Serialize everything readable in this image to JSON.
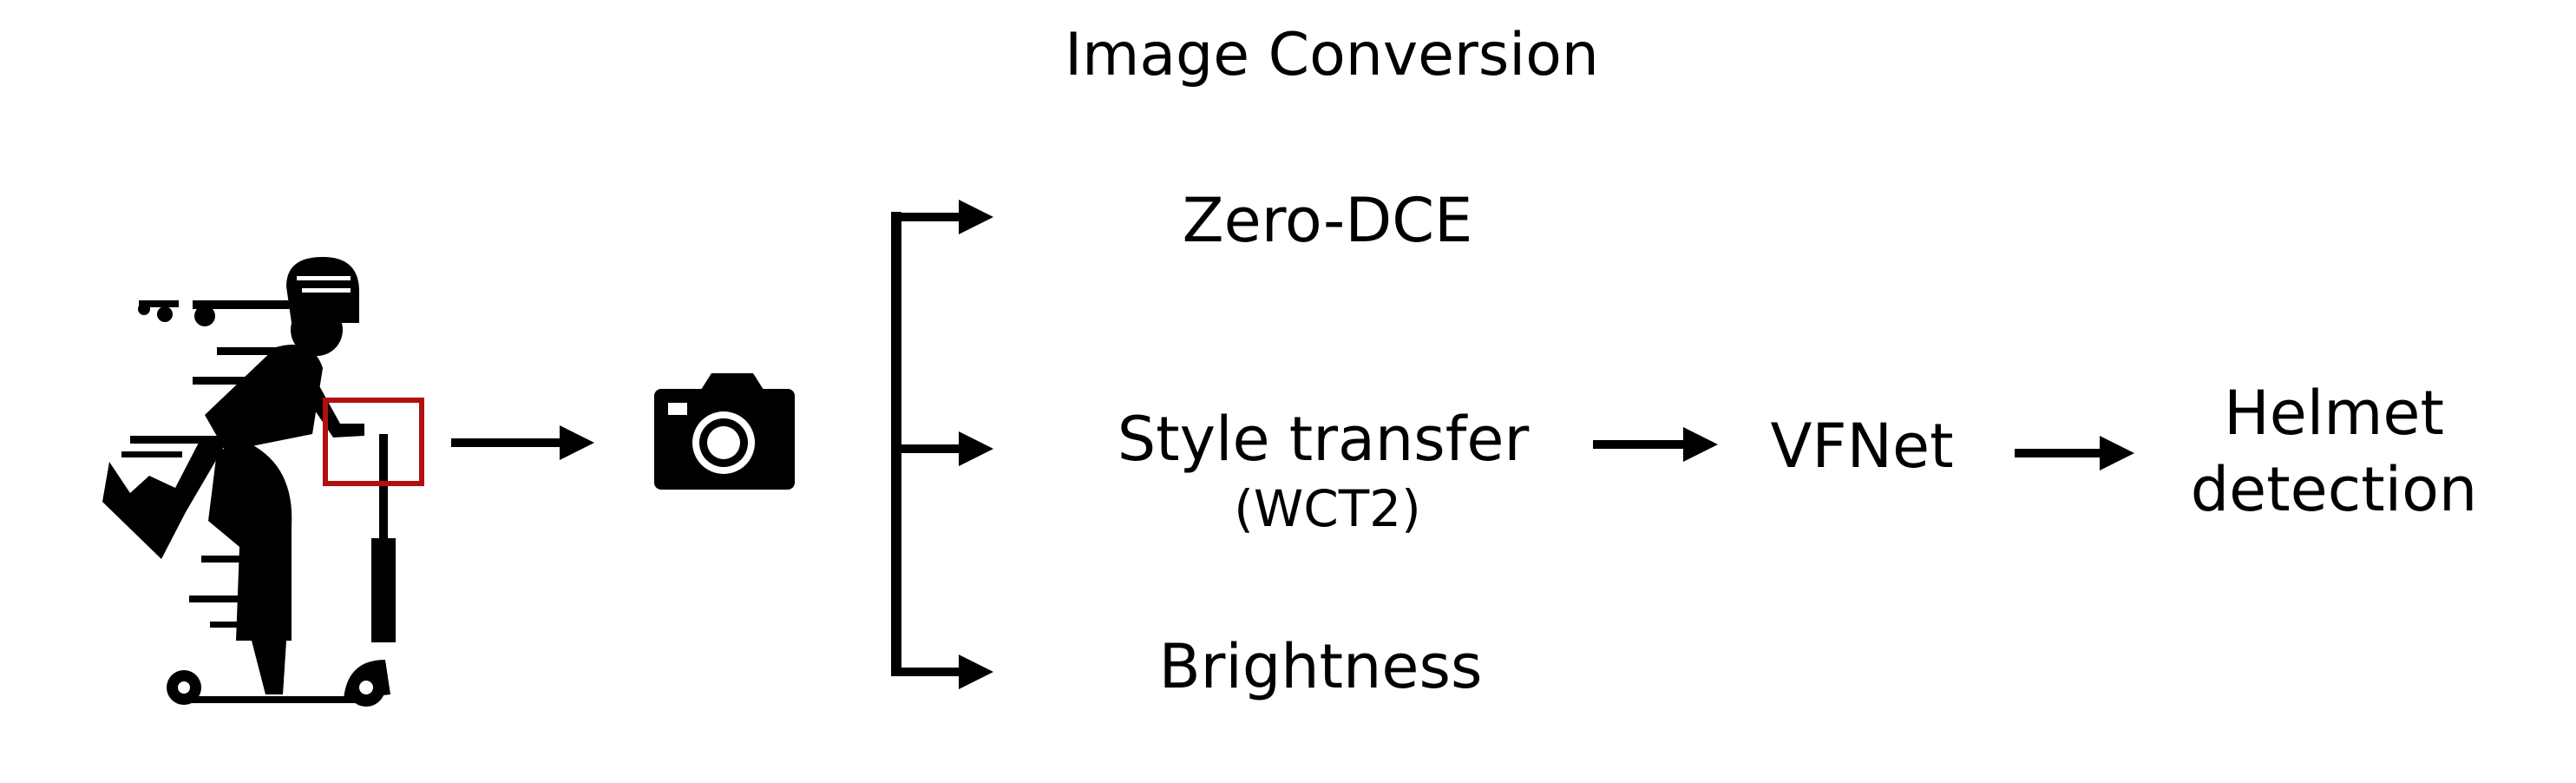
{
  "title": "Image Conversion",
  "methods": [
    {
      "label": "Zero-DCE"
    },
    {
      "label": "Style transfer",
      "sublabel": "(WCT2)"
    },
    {
      "label": "Brightness"
    }
  ],
  "detector": "VFNet",
  "output": {
    "line1": "Helmet",
    "line2": "detection"
  },
  "icons": {
    "rider": "person-on-kick-scooter-icon",
    "highlight": "red-highlight-box",
    "camera": "camera-icon"
  },
  "colors": {
    "ink": "#000000",
    "highlight": "#b01010",
    "background": "#ffffff"
  }
}
